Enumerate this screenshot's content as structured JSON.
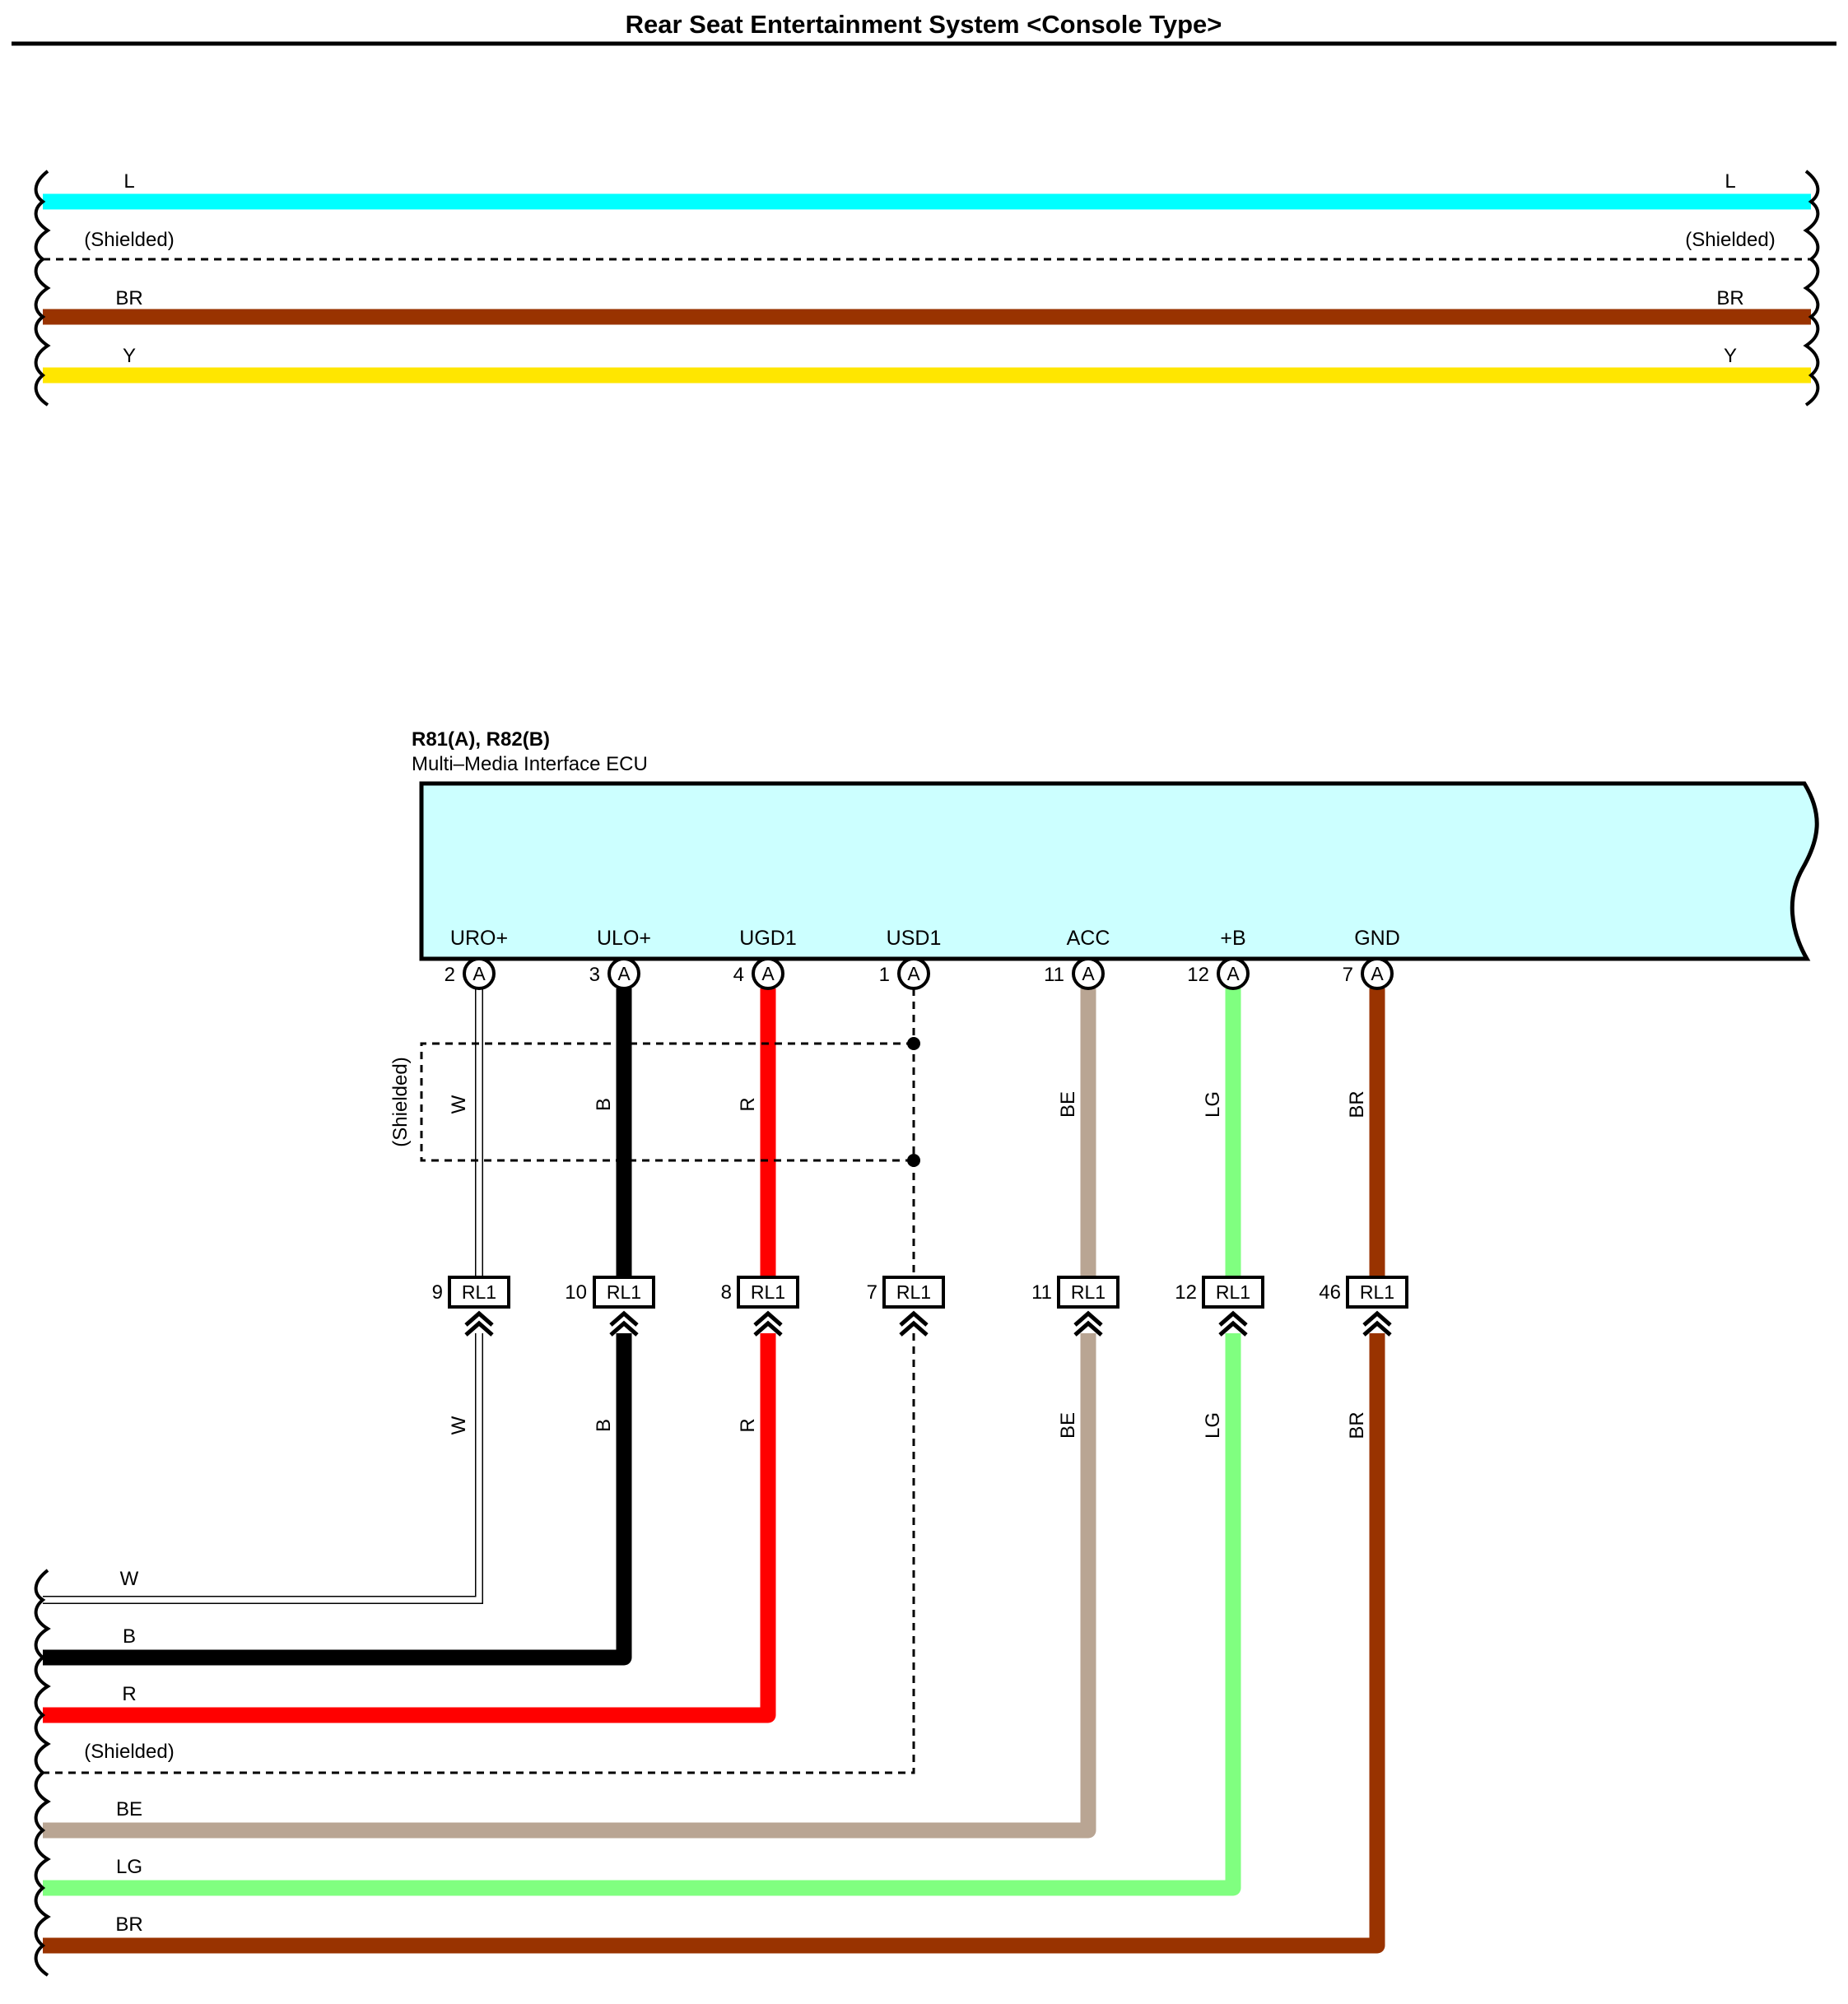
{
  "title": "Rear Seat Entertainment System <Console Type>",
  "colors": {
    "L": "#00ffff",
    "BR": "#993300",
    "Y": "#ffe600",
    "W": "#ffffff",
    "B": "#000000",
    "R": "#ff0000",
    "BE": "#b9a593",
    "LG": "#80ff80",
    "ecu_fill": "#ccffff"
  },
  "top_wires": [
    {
      "color": "L",
      "label_left": "L",
      "label_right": "L",
      "shielded": false
    },
    {
      "color": "",
      "label_left": "(Shielded)",
      "label_right": "(Shielded)",
      "shielded": true
    },
    {
      "color": "BR",
      "label_left": "BR",
      "label_right": "BR",
      "shielded": false
    },
    {
      "color": "Y",
      "label_left": "Y",
      "label_right": "Y",
      "shielded": false
    }
  ],
  "ecu": {
    "connector_label": "R81(A), R82(B)",
    "name": "Multi–Media Interface ECU"
  },
  "shield_group_label": "(Shielded)",
  "pins": [
    {
      "name": "URO+",
      "pin": "2",
      "connector": "A",
      "wire": "W",
      "relay_pin": "9",
      "relay": "RL1",
      "shielded": false
    },
    {
      "name": "ULO+",
      "pin": "3",
      "connector": "A",
      "wire": "B",
      "relay_pin": "10",
      "relay": "RL1",
      "shielded": false
    },
    {
      "name": "UGD1",
      "pin": "4",
      "connector": "A",
      "wire": "R",
      "relay_pin": "8",
      "relay": "RL1",
      "shielded": false
    },
    {
      "name": "USD1",
      "pin": "1",
      "connector": "A",
      "wire": "",
      "relay_pin": "7",
      "relay": "RL1",
      "shielded": true
    },
    {
      "name": "ACC",
      "pin": "11",
      "connector": "A",
      "wire": "BE",
      "relay_pin": "11",
      "relay": "RL1",
      "shielded": false
    },
    {
      "name": "+B",
      "pin": "12",
      "connector": "A",
      "wire": "LG",
      "relay_pin": "12",
      "relay": "RL1",
      "shielded": false
    },
    {
      "name": "GND",
      "pin": "7",
      "connector": "A",
      "wire": "BR",
      "relay_pin": "46",
      "relay": "RL1",
      "shielded": false
    }
  ],
  "bottom_wires": [
    {
      "label": "W"
    },
    {
      "label": "B"
    },
    {
      "label": "R"
    },
    {
      "label": "(Shielded)"
    },
    {
      "label": "BE"
    },
    {
      "label": "LG"
    },
    {
      "label": "BR"
    }
  ]
}
